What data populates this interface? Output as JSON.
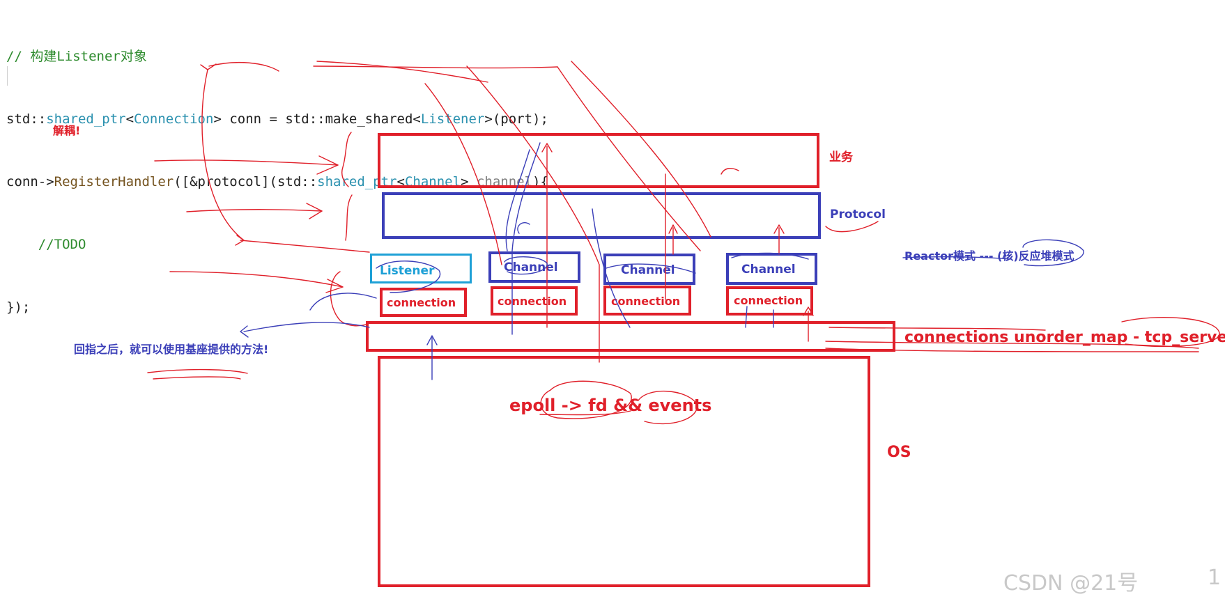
{
  "code": {
    "line1": "// 构建Listener对象",
    "line2": [
      "std::",
      "shared_ptr",
      "<",
      "Connection",
      "> conn = std::make_shared<",
      "Listener",
      ">(port);"
    ],
    "line3": [
      "conn->",
      "RegisterHandler",
      "([&protocol](std::",
      "shared_ptr",
      "<",
      "Channel",
      "> ",
      "channel",
      "){"
    ],
    "line4": "//TODO",
    "line5": "});"
  },
  "notes": {
    "decouple": "解耦!",
    "back_pointer": "回指之后，就可以使用基座提供的方法!"
  },
  "layers": {
    "business": "业务",
    "protocol": "Protocol",
    "reactor": "Reactor模式 --- (核)反应堆模式",
    "listener": "Listener",
    "channel_1": "Channel",
    "channel_2": "Channel",
    "channel_3": "Channel",
    "connection_1": "connection",
    "connection_2": "connection",
    "connection_3": "connection",
    "connection_4": "connection",
    "connections_map": "connections unorder_map - tcp_server",
    "epoll": "epoll -> fd && events",
    "os": "OS"
  },
  "watermark": "CSDN @21号",
  "page_marker": "1",
  "colors": {
    "red": "#e0202a",
    "blue": "#3b3fb8",
    "cyan": "#1ea0d6",
    "code_comment": "#2e8b2e",
    "code_type": "#2b91af"
  }
}
